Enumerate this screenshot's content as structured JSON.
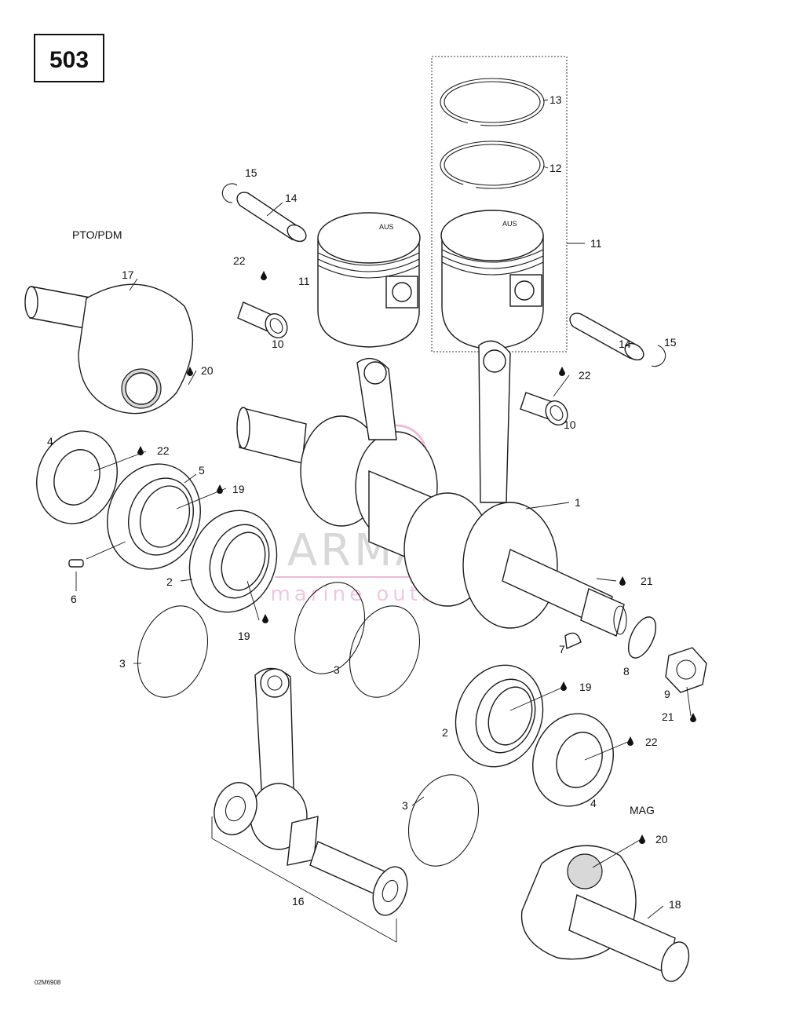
{
  "page_number": "503",
  "drawing_code": "02M6908",
  "section_labels": {
    "pto": "PTO/PDM",
    "mag": "MAG"
  },
  "watermark": {
    "brand": "ARMADA",
    "tagline": "marine outboards",
    "brand_color": "#9a9a9a",
    "tagline_color": "#e079b0"
  },
  "callouts": {
    "c1": "1",
    "c2a": "2",
    "c2b": "2",
    "c3a": "3",
    "c3b": "3",
    "c3c": "3",
    "c4a": "4",
    "c4b": "4",
    "c5": "5",
    "c6": "6",
    "c7": "7",
    "c8": "8",
    "c9": "9",
    "c10a": "10",
    "c10b": "10",
    "c11a": "11",
    "c11b": "11",
    "c12": "12",
    "c13": "13",
    "c14a": "14",
    "c14b": "14",
    "c15a": "15",
    "c15b": "15",
    "c16": "16",
    "c17": "17",
    "c18": "18",
    "c19a": "19",
    "c19b": "19",
    "c19c": "19",
    "c20a": "20",
    "c20b": "20",
    "c21a": "21",
    "c21b": "21",
    "c22a": "22",
    "c22b": "22",
    "c22c": "22",
    "c22d": "22"
  },
  "piston_marking": "AUS"
}
